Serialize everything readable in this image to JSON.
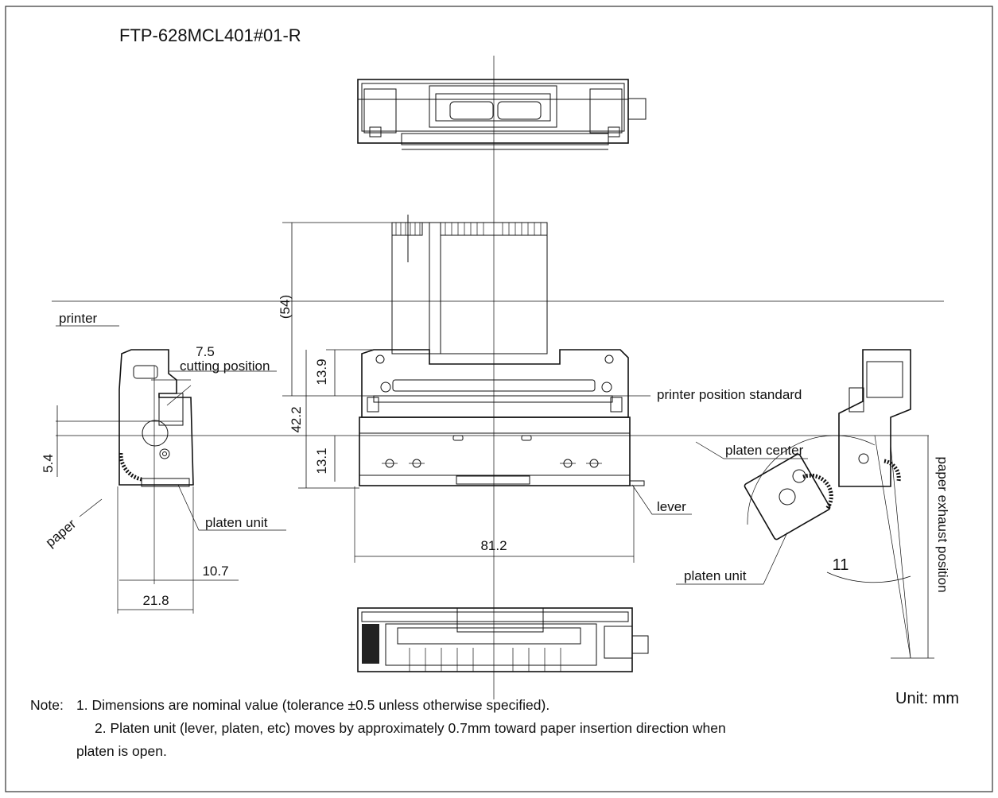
{
  "title": "FTP-628MCL401#01-R",
  "unit_label": "Unit: mm",
  "labels": {
    "printer": "printer",
    "cutting_position": "cutting position",
    "printer_position_standard": "printer position standard",
    "platen_center": "platen center",
    "lever": "lever",
    "platen_unit_left": "platen unit",
    "platen_unit_right": "platen unit",
    "paper": "paper",
    "paper_exhaust_position": "paper exhaust position"
  },
  "dimensions": {
    "d54": "(54)",
    "d13_9": "13.9",
    "d42_2": "42.2",
    "d13_1": "13.1",
    "d81_2": "81.2",
    "d7_5": "7.5",
    "d5_4": "5.4",
    "d10_7": "10.7",
    "d21_8": "21.8",
    "d11": "11"
  },
  "notes": {
    "prefix": "Note:",
    "note1": "1. Dimensions are nominal value (tolerance ±0.5 unless otherwise specified).",
    "note2_line1": "2. Platen unit (lever, platen, etc) moves by approximately 0.7mm toward paper insertion direction when",
    "note2_line2": "platen is open."
  }
}
